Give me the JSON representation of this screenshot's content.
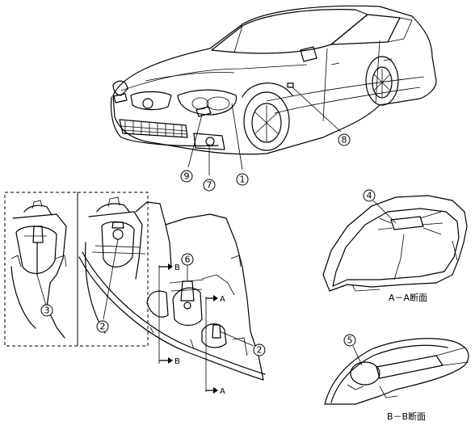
{
  "callouts": {
    "c1": "1",
    "c2a": "2",
    "c2b": "2",
    "c3": "3",
    "c4": "4",
    "c5": "5",
    "c6": "6",
    "c7": "7",
    "c8": "8",
    "c9": "9"
  },
  "section_markers": {
    "a_top": "A",
    "a_bottom": "A",
    "b_top": "B",
    "b_bottom": "B"
  },
  "section_captions": {
    "aa": "A－A断面",
    "bb": "B－B断面"
  }
}
